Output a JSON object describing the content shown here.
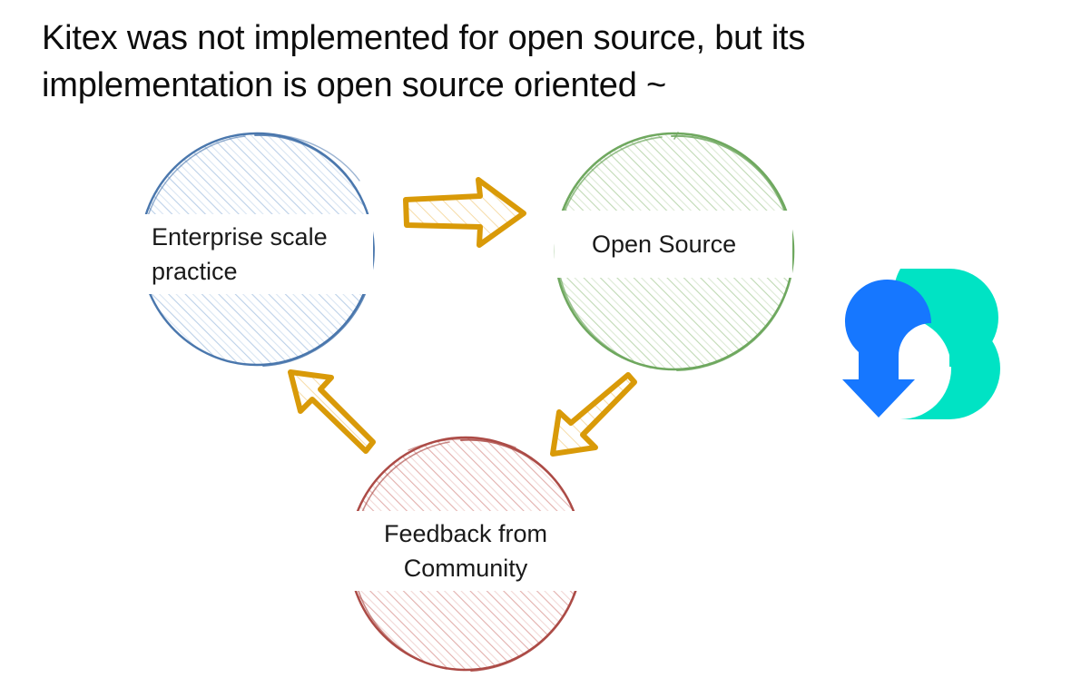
{
  "slide": {
    "background_color": "#ffffff",
    "title": "Kitex was not implemented for open source, but its\nimplementation is open source oriented ~"
  },
  "cycle": {
    "nodes": [
      {
        "id": "enterprise-scale-practice",
        "label": "Enterprise scale\npractice",
        "stroke_color": "#4A77AD",
        "hatch_color": "#BBD0E8",
        "order": 1
      },
      {
        "id": "open-source",
        "label": "Open Source",
        "stroke_color": "#6FA85F",
        "hatch_color": "#BFD9B4",
        "order": 2
      },
      {
        "id": "feedback-from-community",
        "label": "Feedback from\nCommunity",
        "stroke_color": "#AC4B46",
        "hatch_color": "#E2AFAC",
        "order": 3
      }
    ],
    "arrows": [
      {
        "id": "arrow-enterprise-to-opensource",
        "direction": "right",
        "color": "#D99A08"
      },
      {
        "id": "arrow-opensource-to-feedback",
        "direction": "down-left",
        "color": "#D99A08"
      },
      {
        "id": "arrow-feedback-to-enterprise",
        "direction": "up-left",
        "color": "#D99A08"
      }
    ]
  },
  "logo": {
    "name": "cloudwego-logo",
    "blue_color": "#1677FF",
    "teal_color": "#00E3C4"
  }
}
